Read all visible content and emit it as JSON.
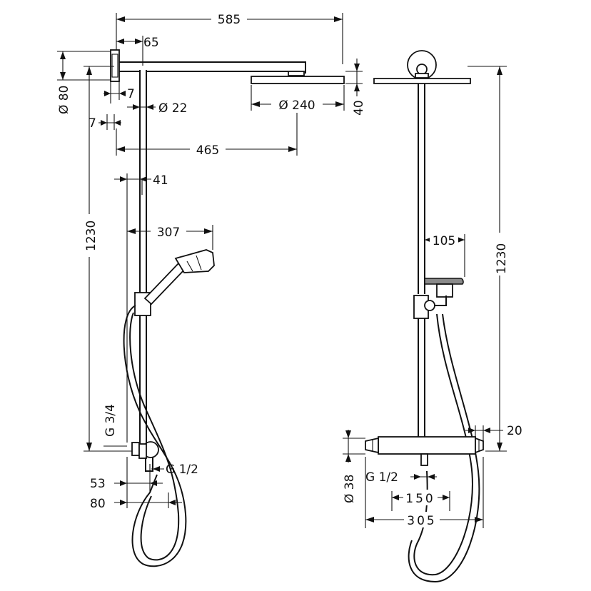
{
  "side_view": {
    "overall_width": "585",
    "head_mount_offset": "65",
    "wall_flange_diameter": "Ø 80",
    "arm_gap_7a": "7",
    "arm_gap_7b": "7",
    "tube_diameter": "Ø 22",
    "head_diameter": "Ø 240",
    "head_height": "40",
    "head_reach": "465",
    "rail_offset": "41",
    "handshower_reach": "307",
    "overall_height": "1230",
    "supply_thread": "G 3/4",
    "outlet_thread": "G 1/2",
    "outlet_offset_53": "53",
    "outlet_offset_80": "80"
  },
  "front_view": {
    "overall_height": "1230",
    "shelf_width": "105",
    "top_clearance": "20",
    "thermostat_diameter": "Ø 38",
    "outlet_thread": "G 1/2",
    "connection_spacing": "150",
    "thermostat_width": "305"
  }
}
